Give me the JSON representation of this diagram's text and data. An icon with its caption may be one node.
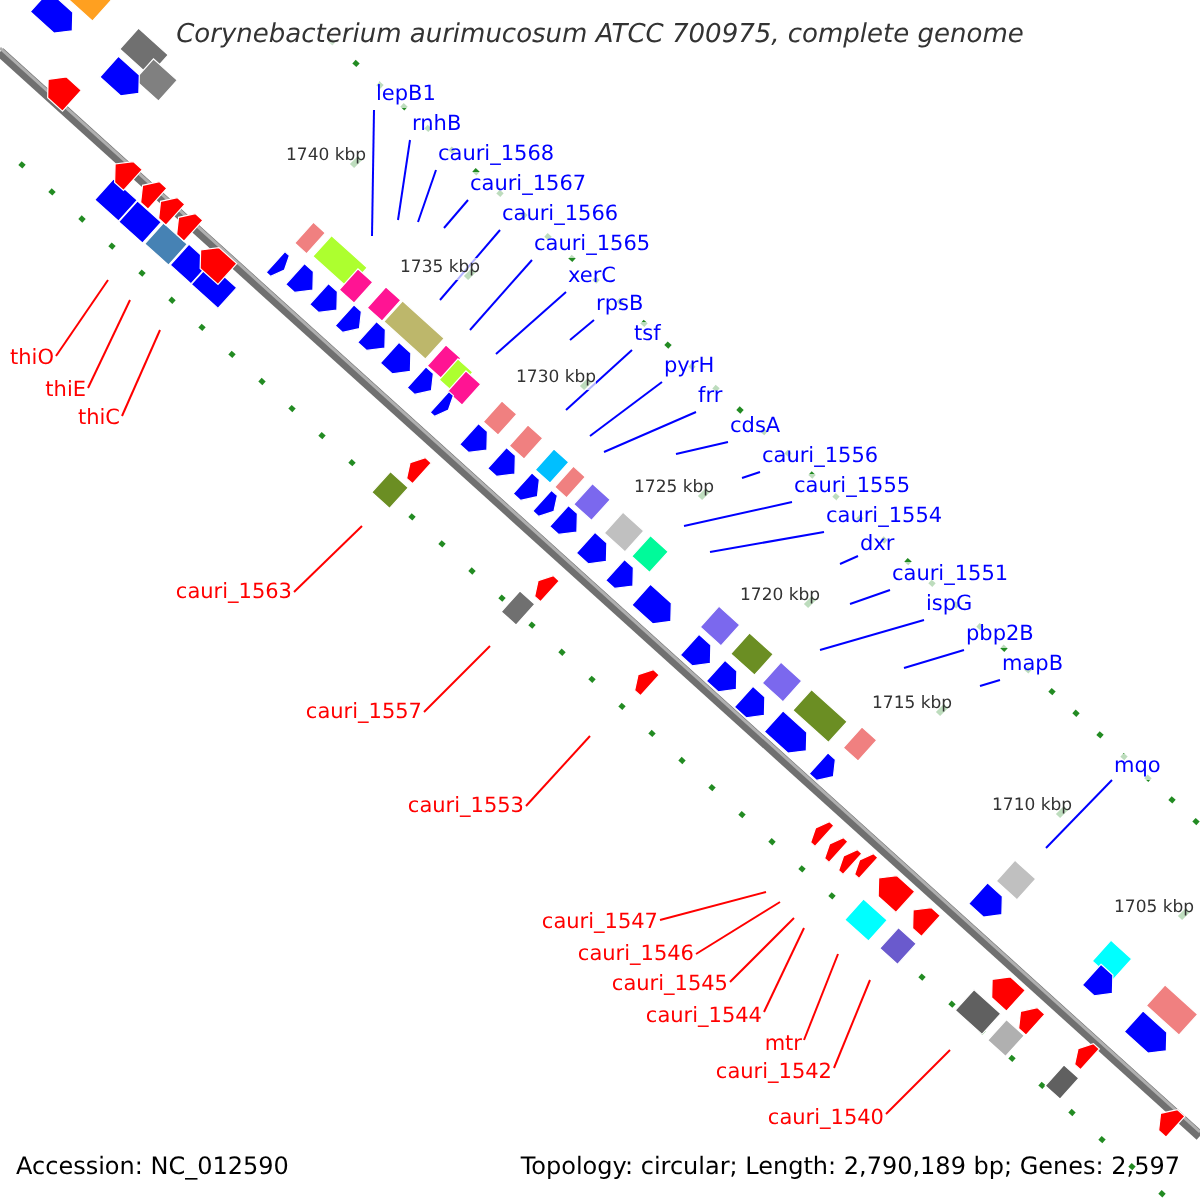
{
  "diagram": {
    "title": "Corynebacterium aurimucosum ATCC 700975, complete genome",
    "nodes": [
      {
        "text": [
          "lepB1"
        ]
      },
      {
        "text": [
          "rnhB"
        ]
      },
      {
        "text": [
          "cauri_1568"
        ]
      },
      {
        "text": [
          "cauri_1567"
        ]
      },
      {
        "text": [
          "cauri_1566"
        ]
      },
      {
        "text": [
          "cauri_1565"
        ]
      },
      {
        "text": [
          "xerC"
        ]
      },
      {
        "text": [
          "rpsB"
        ]
      },
      {
        "text": [
          "tsf"
        ]
      },
      {
        "text": [
          "pyrH"
        ]
      },
      {
        "text": [
          "frr"
        ]
      },
      {
        "text": [
          "cdsA"
        ]
      },
      {
        "text": [
          "cauri_1556"
        ]
      },
      {
        "text": [
          "cauri_1555"
        ]
      },
      {
        "text": [
          "cauri_1554"
        ]
      },
      {
        "text": [
          "dxr"
        ]
      },
      {
        "text": [
          "cauri_1551"
        ]
      },
      {
        "text": [
          "ispG"
        ]
      },
      {
        "text": [
          "pbp2B"
        ]
      },
      {
        "text": [
          "mapB"
        ]
      },
      {
        "text": [
          "mqo"
        ]
      },
      {
        "text": [
          "thiO"
        ]
      },
      {
        "text": [
          "thiE"
        ]
      },
      {
        "text": [
          "thiC"
        ]
      },
      {
        "text": [
          "cauri_1563"
        ]
      },
      {
        "text": [
          "cauri_1557"
        ]
      },
      {
        "text": [
          "cauri_1553"
        ]
      },
      {
        "text": [
          "cauri_1547"
        ]
      },
      {
        "text": [
          "cauri_1546"
        ]
      },
      {
        "text": [
          "cauri_1545"
        ]
      },
      {
        "text": [
          "cauri_1544"
        ]
      },
      {
        "text": [
          "mtr"
        ]
      },
      {
        "text": [
          "cauri_1542"
        ]
      },
      {
        "text": [
          "cauri_1540"
        ]
      }
    ],
    "edges": [
      {
        "from": 0,
        "to": null,
        "arrow": "none"
      },
      {
        "from": 1,
        "to": null,
        "arrow": "none"
      },
      {
        "from": 2,
        "to": null,
        "arrow": "none"
      },
      {
        "from": 3,
        "to": null,
        "arrow": "none"
      },
      {
        "from": 4,
        "to": null,
        "arrow": "none"
      },
      {
        "from": 5,
        "to": null,
        "arrow": "none"
      },
      {
        "from": 6,
        "to": null,
        "arrow": "none"
      },
      {
        "from": 7,
        "to": null,
        "arrow": "none"
      },
      {
        "from": 8,
        "to": null,
        "arrow": "none"
      },
      {
        "from": 9,
        "to": null,
        "arrow": "none"
      },
      {
        "from": 10,
        "to": null,
        "arrow": "none"
      },
      {
        "from": 11,
        "to": null,
        "arrow": "none"
      },
      {
        "from": 12,
        "to": null,
        "arrow": "none"
      },
      {
        "from": 13,
        "to": null,
        "arrow": "none"
      },
      {
        "from": 14,
        "to": null,
        "arrow": "none"
      },
      {
        "from": 15,
        "to": null,
        "arrow": "none"
      },
      {
        "from": 16,
        "to": null,
        "arrow": "none"
      },
      {
        "from": 17,
        "to": null,
        "arrow": "none"
      },
      {
        "from": 18,
        "to": null,
        "arrow": "none"
      },
      {
        "from": 19,
        "to": null,
        "arrow": "none"
      },
      {
        "from": 20,
        "to": null,
        "arrow": "none"
      },
      {
        "from": 21,
        "to": null,
        "arrow": "none",
        "color": "#ff0000"
      },
      {
        "from": 22,
        "to": null,
        "arrow": "none",
        "color": "#ff0000"
      },
      {
        "from": 23,
        "to": null,
        "arrow": "none",
        "color": "#ff0000"
      },
      {
        "from": 24,
        "to": null,
        "arrow": "none",
        "color": "#ff0000"
      },
      {
        "from": 25,
        "to": null,
        "arrow": "none",
        "color": "#ff0000"
      },
      {
        "from": 26,
        "to": null,
        "arrow": "none",
        "color": "#ff0000"
      },
      {
        "from": 27,
        "to": null,
        "arrow": "none",
        "color": "#ff0000"
      },
      {
        "from": 28,
        "to": null,
        "arrow": "none",
        "color": "#ff0000"
      },
      {
        "from": 29,
        "to": null,
        "arrow": "none",
        "color": "#ff0000"
      },
      {
        "from": 30,
        "to": null,
        "arrow": "none",
        "color": "#ff0000"
      },
      {
        "from": 31,
        "to": null,
        "arrow": "none",
        "color": "#ff0000"
      },
      {
        "from": 32,
        "to": null,
        "arrow": "none",
        "color": "#ff0000"
      },
      {
        "from": 33,
        "to": null,
        "arrow": "none",
        "color": "#ff0000"
      }
    ],
    "labels": [
      "1740 kbp",
      "1735 kbp",
      "1730 kbp",
      "1725 kbp",
      "1720 kbp",
      "1715 kbp",
      "1710 kbp",
      "1705 kbp",
      "Accession: NC_012590",
      "Topology: circular; Length: 2,790,189 bp; Genes: 2,597"
    ]
  }
}
